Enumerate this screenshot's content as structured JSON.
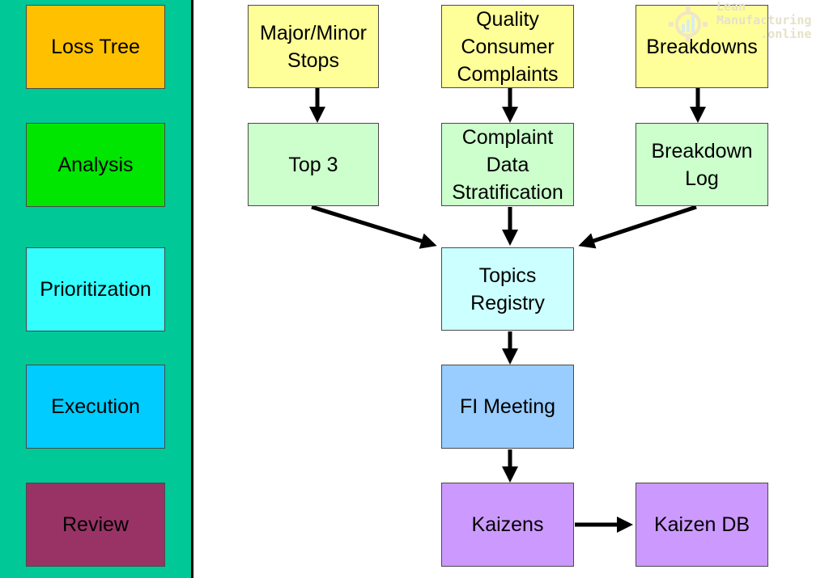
{
  "stages": [
    {
      "id": "loss-tree",
      "label": "Loss Tree",
      "color": "#ffc000"
    },
    {
      "id": "analysis",
      "label": "Analysis",
      "color": "#00e600"
    },
    {
      "id": "prioritization",
      "label": "Prioritization",
      "color": "#33ffff"
    },
    {
      "id": "execution",
      "label": "Execution",
      "color": "#00ccff"
    },
    {
      "id": "review",
      "label": "Review",
      "color": "#993366"
    }
  ],
  "nodes": {
    "major_minor_stops": "Major/Minor\nStops",
    "quality_complaints": "Quality\nConsumer\nComplaints",
    "breakdowns": "Breakdowns",
    "top3": "Top 3",
    "complaint_data": "Complaint\nData\nStratification",
    "breakdown_log": "Breakdown\nLog",
    "topics_registry": "Topics\nRegistry",
    "fi_meeting": "FI Meeting",
    "kaizens": "Kaizens",
    "kaizen_db": "Kaizen DB"
  },
  "colors": {
    "sidebar": "#00c896",
    "yellow_box": "#ffff99",
    "green_box": "#ccffcc",
    "cyan_box": "#ccffff",
    "blue_box": "#99ccff",
    "purple_box": "#cc99ff"
  },
  "logo": {
    "line1": "Lean",
    "line2": "Manufacturing",
    "line3": ".online"
  }
}
